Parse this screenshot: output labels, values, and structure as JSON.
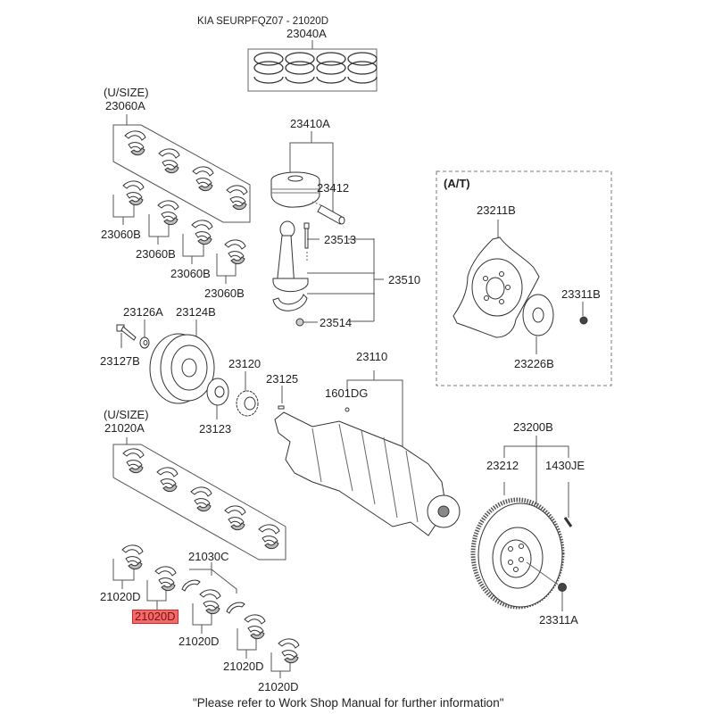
{
  "header": {
    "title": "KIA SEURPFQZ07 - 21020D"
  },
  "footer": {
    "note": "\"Please refer to Work Shop Manual for further information\""
  },
  "highlight": {
    "part": "21020D",
    "color": "#f26a6a"
  },
  "groups": {
    "at": "(A/T)",
    "usize1": "(U/SIZE)",
    "usize2": "(U/SIZE)"
  },
  "parts": {
    "p23040A": "23040A",
    "p23060A": "23060A",
    "p23060B_1": "23060B",
    "p23060B_2": "23060B",
    "p23060B_3": "23060B",
    "p23060B_4": "23060B",
    "p23410A": "23410A",
    "p23412": "23412",
    "p23513": "23513",
    "p23510": "23510",
    "p23514": "23514",
    "p23211B": "23211B",
    "p23311B": "23311B",
    "p23226B": "23226B",
    "p23126A": "23126A",
    "p23124B": "23124B",
    "p23127B": "23127B",
    "p23120": "23120",
    "p23125": "23125",
    "p23123": "23123",
    "p23110": "23110",
    "p1601DG": "1601DG",
    "p21020A": "21020A",
    "p23200B": "23200B",
    "p23212": "23212",
    "p1430JE": "1430JE",
    "p23311A": "23311A",
    "p21030C": "21030C",
    "p21020D_1": "21020D",
    "p21020D_2": "21020D",
    "p21020D_3": "21020D",
    "p21020D_4": "21020D",
    "p21020D_5": "21020D"
  }
}
